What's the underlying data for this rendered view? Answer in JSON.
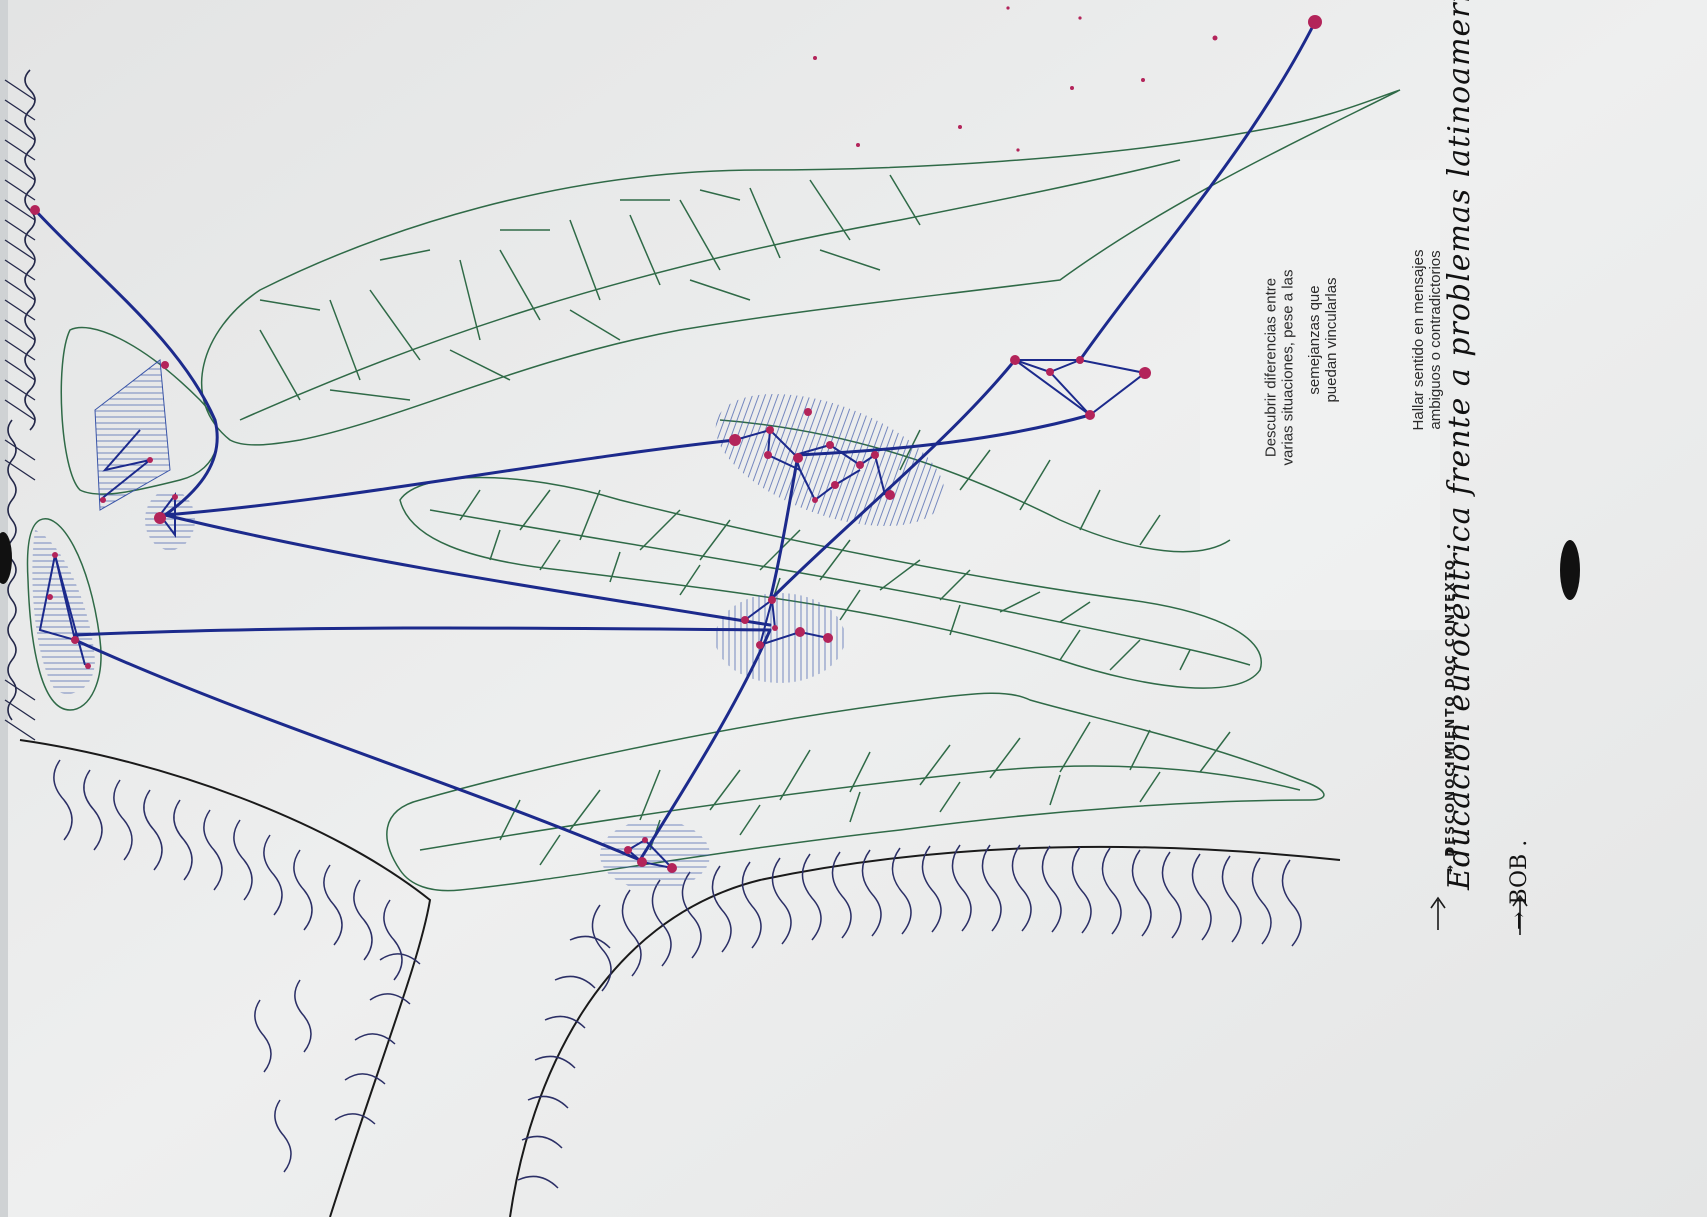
{
  "notes": {
    "note_1": "Descubrir diferencias entre varias situaciones, pese a las",
    "note_2": "semejanzas que puedan vincularlas",
    "note_3": "Hallar sentido en mensajes ambiguos o contradictorios"
  },
  "handwriting": {
    "line_1": "→ DESCONOCIMIENTO DOC CONTEXTO",
    "line_2": "Educación eurocéntrica frente a problemas latinoamericanos",
    "line_3": "→ BOB ."
  },
  "colors": {
    "paper": "#e9eaea",
    "leaf_green": "#2f6a47",
    "network_blue": "#1c2a8c",
    "node_magenta": "#b3245a",
    "hatch_blue": "#3a55a8",
    "ink_black": "#1a1a1a"
  }
}
